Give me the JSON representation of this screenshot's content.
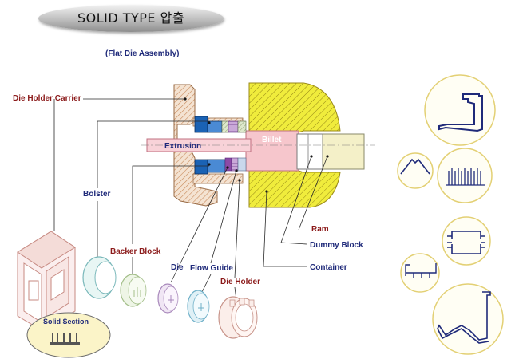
{
  "header": {
    "title": "SOLID TYPE 압출"
  },
  "diagram": {
    "subtitle": "(Flat Die Assembly)",
    "labels": {
      "die_holder_carrier": "Die Holder Carrier",
      "bolster": "Bolster",
      "backer_block": "Backer Block",
      "die": "Die",
      "flow_guide": "Flow Guide",
      "die_holder": "Die Holder",
      "extrusion": "Extrusion",
      "billet": "Billet",
      "ram": "Ram",
      "dummy_block": "Dummy Block",
      "container": "Container"
    },
    "solid_section_label": "Solid Section"
  },
  "colors": {
    "leader_line": "#2a2a2a",
    "carrier_hatch": "#c88a5a",
    "container_fill": "#f0ec3c",
    "billet_fill": "#f6c6cc",
    "ram_fill": "#f4f0c8",
    "blue_block": "#1a62b4",
    "purple_block": "#8c4aa6",
    "label_red": "#8b1a1a",
    "label_navy": "#1f2a7a",
    "circle_border": "#e3d074"
  }
}
